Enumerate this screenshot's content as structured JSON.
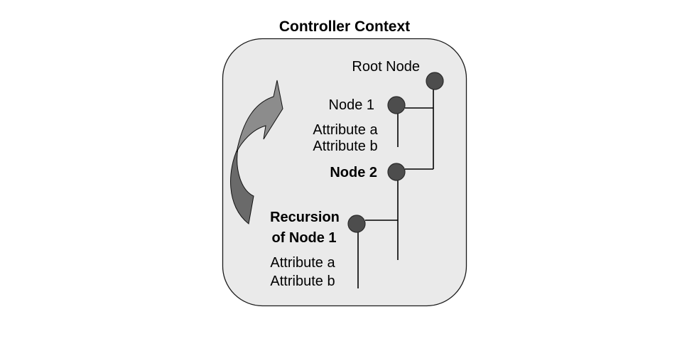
{
  "title": "Controller Context",
  "colors": {
    "container_fill": "#eaeaea",
    "container_stroke": "#1a1a1a",
    "node_fill": "#4d4d4d",
    "node_stroke": "#2a2a2a",
    "arrow_fill_upper": "#8c8c8c",
    "arrow_fill_lower": "#6a6a6a",
    "line": "#000000"
  },
  "nodes": {
    "root": {
      "label": "Root Node"
    },
    "node1": {
      "label": "Node 1",
      "attributes": [
        "Attribute a",
        "Attribute b"
      ]
    },
    "node2": {
      "label": "Node 2"
    },
    "recursion": {
      "label_line1": "Recursion",
      "label_line2": "of Node 1",
      "attributes": [
        "Attribute a",
        "Attribute b"
      ]
    }
  },
  "arrow": {
    "meaning": "recursion-loop",
    "icon": "curved-arrow-icon"
  }
}
